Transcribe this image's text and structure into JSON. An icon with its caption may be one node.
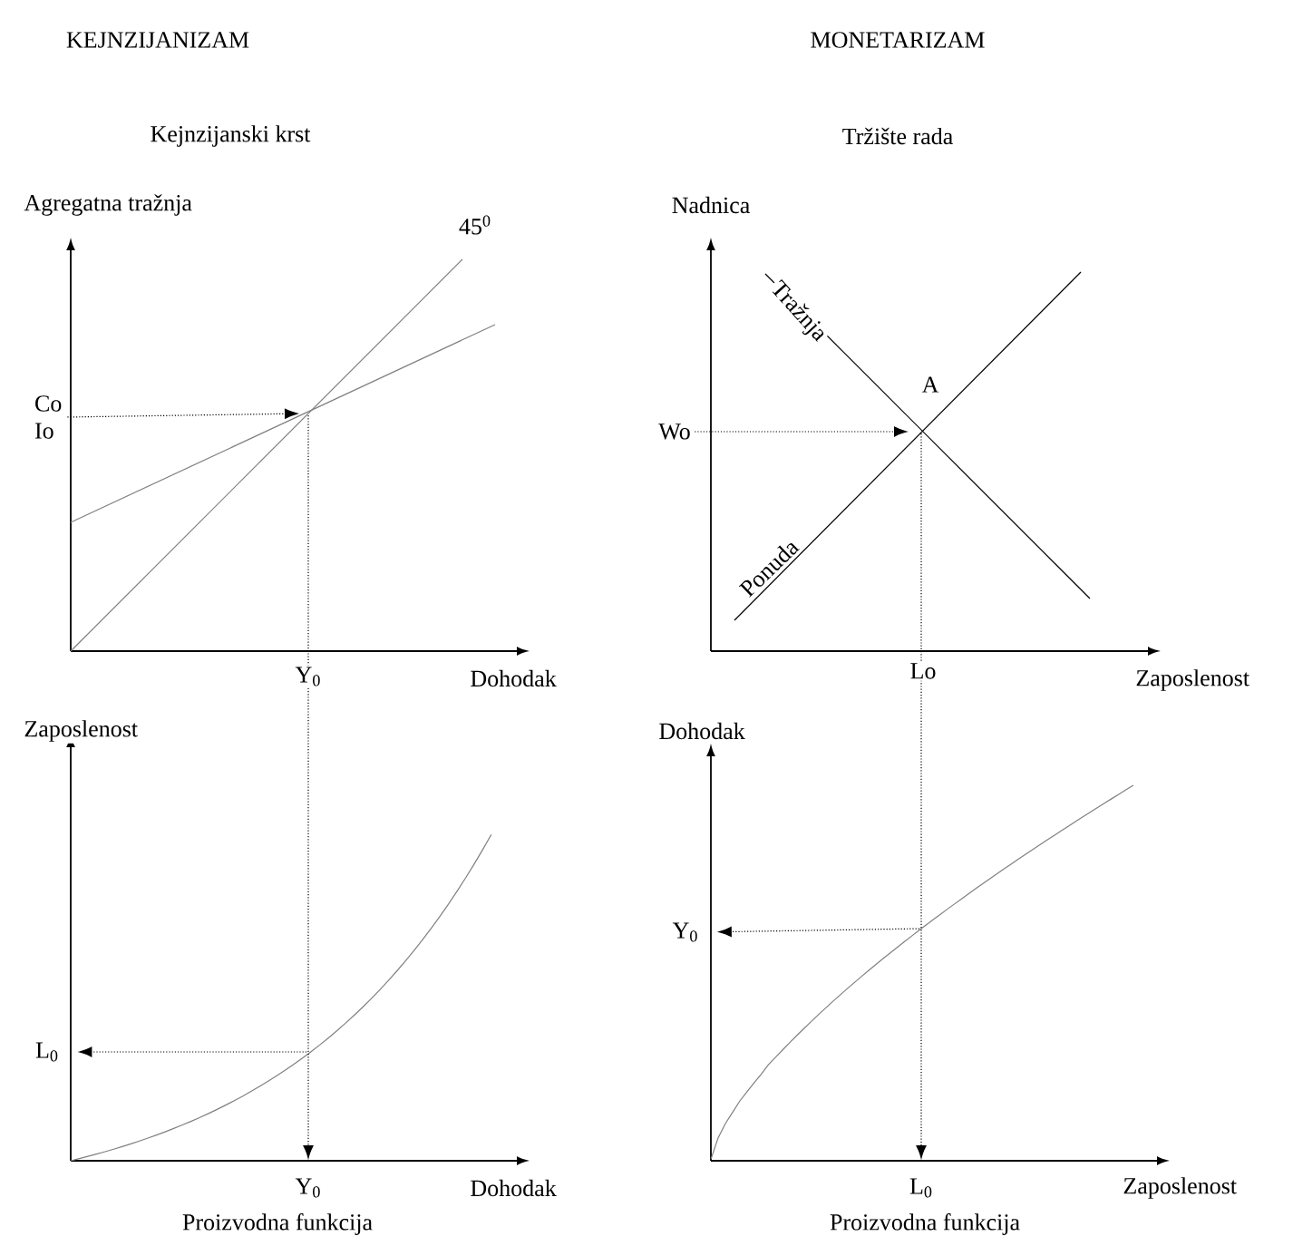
{
  "diagram": {
    "nodes": [
      {
        "text": [
          "Co Io"
        ]
      },
      {
        "text": [
          "Wo"
        ]
      },
      {
        "text": [
          "L$_{0}$"
        ]
      },
      {
        "text": [
          "Y$_{0}$"
        ]
      },
      {
        "text": [
          "Y$_{0}$"
        ]
      },
      {
        "text": [
          "L$_{0}$"
        ]
      }
    ],
    "edges": [
      {
        "from": 0,
        "to": null,
        "arrow": "to"
      },
      {
        "from": null,
        "to": 3,
        "arrow": "to"
      },
      {
        "from": null,
        "to": 2,
        "arrow": "to"
      },
      {
        "from": 1,
        "to": null,
        "arrow": "to"
      },
      {
        "from": null,
        "to": 5,
        "arrow": "to"
      },
      {
        "from": null,
        "to": 4,
        "arrow": "to"
      }
    ],
    "labels": [
      "KEJNZIJANIZAM",
      "MONETARIZAM",
      "Kejnzijanski krst",
      "Tržište rada",
      "Agregatna tražnja",
      "45$^{0}$",
      "Nadnica",
      "Tražnja",
      "A",
      "Ponuda",
      "Y$_{0}$",
      "Dohodak",
      "Lo",
      "Zaposlenost",
      "Zaposlenost",
      "Dohodak",
      "Dohodak",
      "Zaposlenost",
      "Proizvodna funkcija",
      "Proizvodna funkcija"
    ]
  }
}
